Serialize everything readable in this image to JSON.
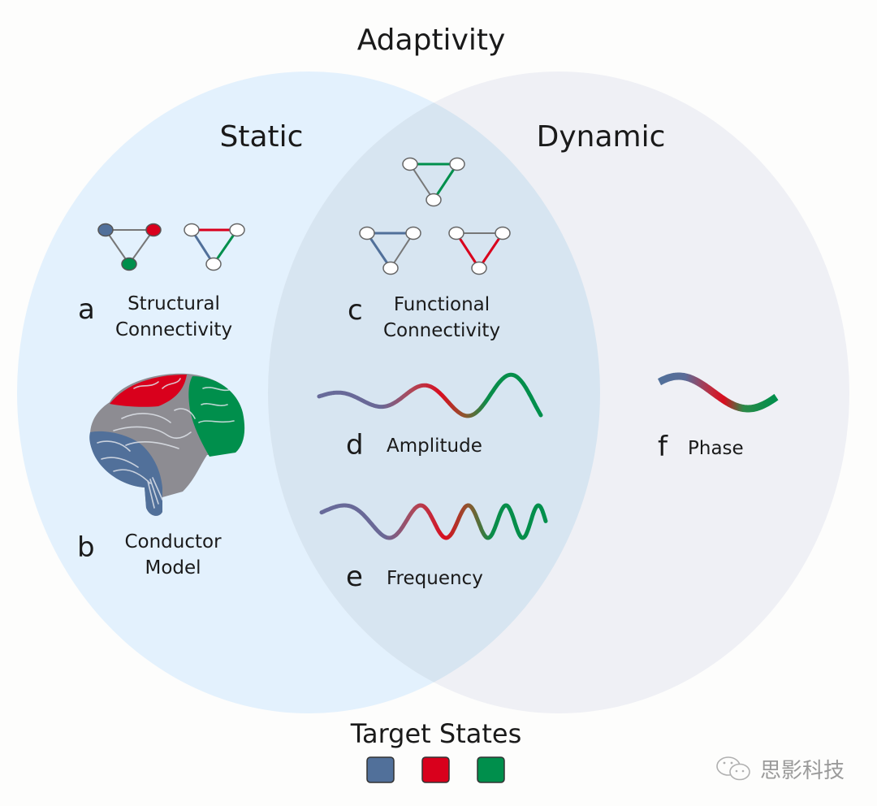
{
  "title": "Adaptivity",
  "sets": {
    "left": {
      "label": "Static",
      "color": "#e3f1fd"
    },
    "right": {
      "label": "Dynamic",
      "color": "#eff0f5"
    },
    "overlap_color": "#d7e5f1"
  },
  "items": {
    "a": {
      "letter": "a",
      "line1": "Structural",
      "line2": "Connectivity"
    },
    "b": {
      "letter": "b",
      "line1": "Conductor",
      "line2": "Model"
    },
    "c": {
      "letter": "c",
      "line1": "Functional",
      "line2": "Connectivity"
    },
    "d": {
      "letter": "d",
      "label": "Amplitude"
    },
    "e": {
      "letter": "e",
      "label": "Frequency"
    },
    "f": {
      "letter": "f",
      "label": "Phase"
    }
  },
  "legend": {
    "title": "Target States",
    "colors": [
      "#51709a",
      "#d9001c",
      "#008f4c"
    ]
  },
  "watermark": {
    "text": "思影科技",
    "icon": "wechat-icon"
  }
}
